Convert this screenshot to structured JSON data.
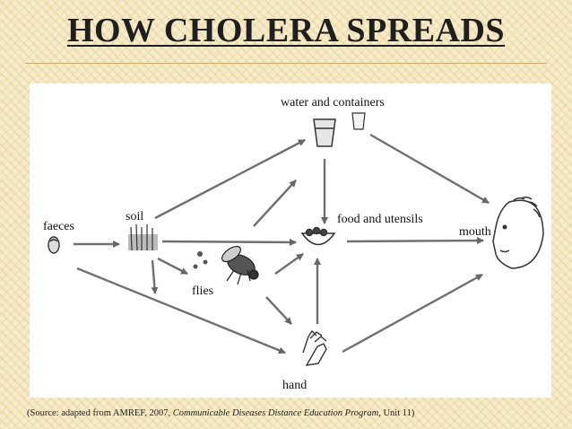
{
  "slide": {
    "title": "HOW CHOLERA SPREADS"
  },
  "diagram": {
    "nodes": {
      "water": "water and containers",
      "soil": "soil",
      "faeces": "faeces",
      "food": "food and utensils",
      "mouth": "mouth",
      "flies": "flies",
      "hand": "hand"
    },
    "icons": [
      "cup-icon",
      "glass-icon",
      "faeces-icon",
      "soil-icon",
      "bowl-icon",
      "fly-icon",
      "face-icon",
      "hand-icon"
    ]
  },
  "source": {
    "prefix": "(Source: adapted from AMREF, 2007, ",
    "italic": "Communicable Diseases Distance Education Program",
    "suffix": ", Unit 11)"
  },
  "colors": {
    "background": "#f6ecc9",
    "accent_rule": "#d5a84a",
    "arrow": "#666666"
  }
}
